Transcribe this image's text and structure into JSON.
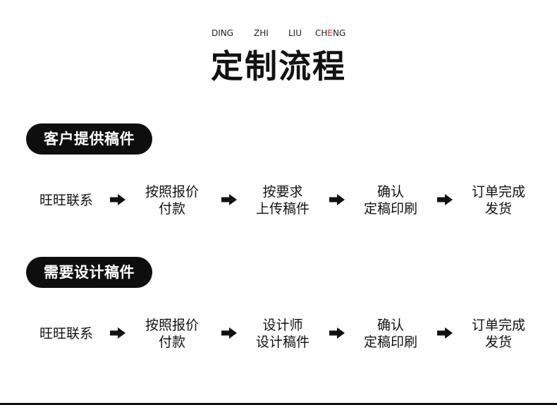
{
  "header": {
    "pinyin": [
      "DING",
      "ZHI",
      "LIU",
      "CHENG"
    ],
    "title": "定制流程"
  },
  "sections": [
    {
      "label": "客户提供稿件",
      "steps": [
        {
          "line1": "旺旺联系",
          "line2": ""
        },
        {
          "line1": "按照报价",
          "line2": "付款"
        },
        {
          "line1": "按要求",
          "line2": "上传稿件"
        },
        {
          "line1": "确认",
          "line2": "定稿印刷"
        },
        {
          "line1": "订单完成",
          "line2": "发货"
        }
      ]
    },
    {
      "label": "需要设计稿件",
      "steps": [
        {
          "line1": "旺旺联系",
          "line2": ""
        },
        {
          "line1": "按照报价",
          "line2": "付款"
        },
        {
          "line1": "设计师",
          "line2": "设计稿件"
        },
        {
          "line1": "确认",
          "line2": "定稿印刷"
        },
        {
          "line1": "订单完成",
          "line2": "发货"
        }
      ]
    }
  ],
  "colors": {
    "accent": "#d9241c",
    "pill_background": "#0e0e0e",
    "text": "#111111"
  },
  "icons": [
    "arrow-right-icon"
  ]
}
